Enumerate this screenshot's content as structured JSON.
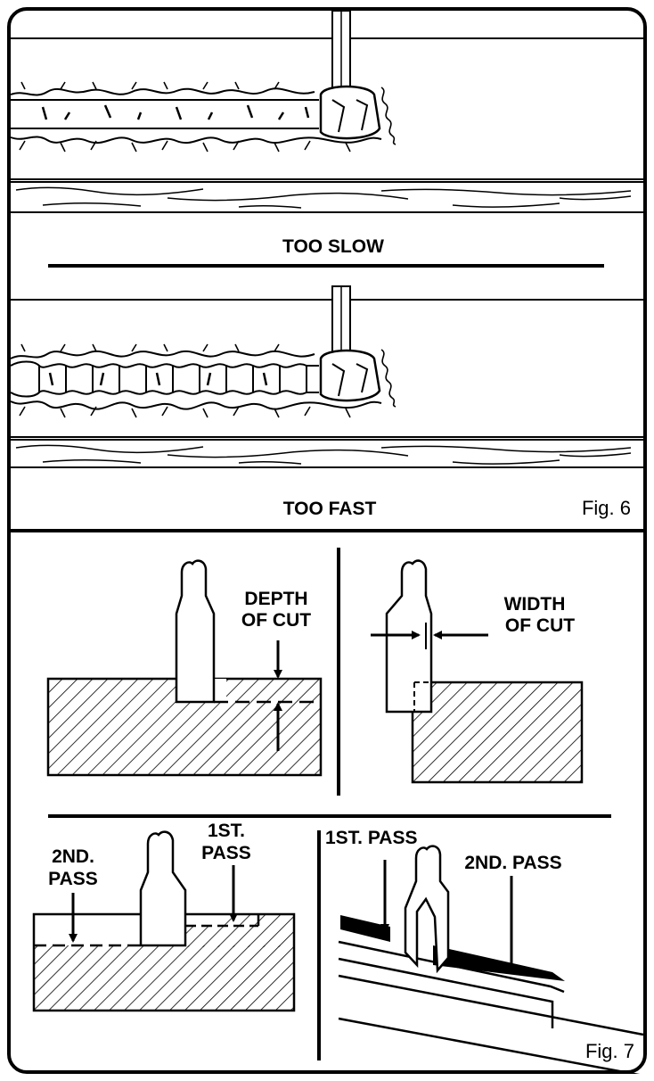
{
  "fig6": {
    "label_slow": "TOO SLOW",
    "label_fast": "TOO FAST",
    "caption": "Fig. 6"
  },
  "fig7": {
    "depth_line1": "DEPTH",
    "depth_line2": "OF CUT",
    "width_line1": "WIDTH",
    "width_line2": "OF CUT",
    "left_second_pass_line1": "2ND.",
    "left_second_pass_line2": "PASS",
    "left_first_pass_line1": "1ST.",
    "left_first_pass_line2": "PASS",
    "right_first_pass": "1ST. PASS",
    "right_second_pass": "2ND. PASS",
    "caption": "Fig. 7"
  },
  "colors": {
    "ink": "#000000",
    "paper": "#ffffff"
  }
}
